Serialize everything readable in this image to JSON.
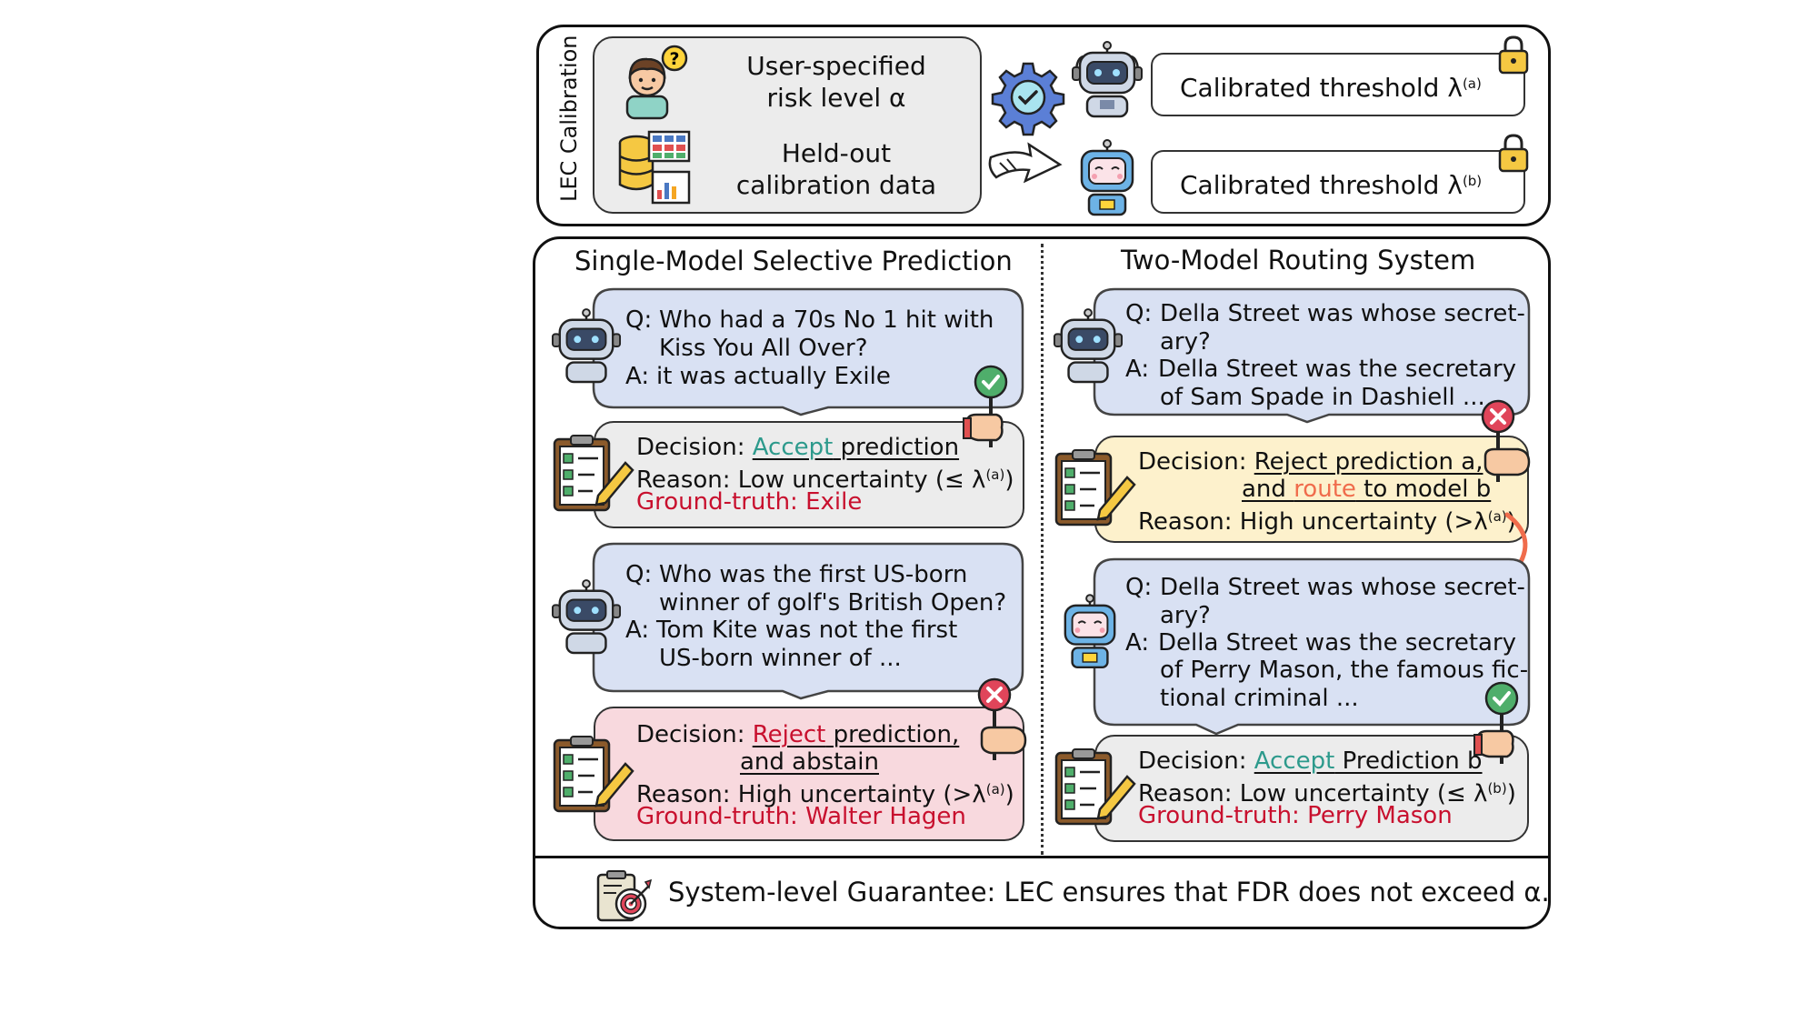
{
  "calibration": {
    "section_label": "LEC Calibration",
    "risk_line1": "User-specified",
    "risk_line2": "risk level α",
    "data_line1": "Held-out",
    "data_line2": "calibration data",
    "threshold_a_label": "Calibrated threshold λ",
    "threshold_a_sup": "(a)",
    "threshold_b_label": "Calibrated threshold λ",
    "threshold_b_sup": "(b)"
  },
  "single": {
    "title": "Single-Model Selective Prediction",
    "ex1": {
      "q_prefix": "Q:",
      "q_line1": "Who had a 70s No 1 hit with",
      "q_line2": "Kiss You All Over?",
      "a_prefix": "A:",
      "a_line1": "it was actually Exile",
      "decision_prefix": "Decision:",
      "decision_action": "Accept",
      "decision_rest": " prediction",
      "reason": "Reason: Low uncertainty (≤ λ",
      "reason_sup": "(a)",
      "reason_close": ")",
      "ground_truth": "Ground-truth: Exile"
    },
    "ex2": {
      "q_prefix": "Q:",
      "q_line1": "Who was the first US-born",
      "q_line2": "winner of golf's British Open?",
      "a_prefix": "A:",
      "a_line1": "Tom Kite was not the first",
      "a_line2": "US-born winner of ...",
      "decision_prefix": "Decision:",
      "decision_action": "Reject",
      "decision_rest": " prediction,",
      "decision_line2": "and abstain",
      "reason": "Reason: High uncertainty (>λ",
      "reason_sup": "(a)",
      "reason_close": ")",
      "ground_truth": "Ground-truth: Walter Hagen"
    }
  },
  "routing": {
    "title": "Two-Model Routing System",
    "ex1": {
      "q_prefix": "Q:",
      "q_line1": "Della Street was whose secret-",
      "q_line2": "ary?",
      "a_prefix": "A:",
      "a_line1": "Della Street was the secretary",
      "a_line2": "of Sam Spade in Dashiell ...",
      "decision_prefix": "Decision:",
      "decision_line1": "Reject prediction a,",
      "decision_line2_pre": "and ",
      "decision_line2_action": "route",
      "decision_line2_post": " to model b",
      "reason": "Reason: High uncertainty (>λ",
      "reason_sup": "(a)",
      "reason_close": ")"
    },
    "ex2": {
      "q_prefix": "Q:",
      "q_line1": "Della Street was whose secret-",
      "q_line2": "ary?",
      "a_prefix": "A:",
      "a_line1": "Della Street was the secretary",
      "a_line2": "of Perry Mason, the famous fic-",
      "a_line3": "tional criminal ...",
      "decision_prefix": "Decision:",
      "decision_action": "Accept",
      "decision_rest": " Prediction b",
      "reason": "Reason: Low uncertainty (≤ λ",
      "reason_sup": "(b)",
      "reason_close": ")",
      "ground_truth": "Ground-truth: Perry Mason"
    }
  },
  "guarantee": {
    "text": "System-level Guarantee: LEC ensures that FDR does not exceed α."
  },
  "colors": {
    "accept": "#2d9a8c",
    "reject": "#c8102e",
    "route": "#f06c4c",
    "bubble": "#d9e1f3",
    "decision_grey": "#ececec",
    "decision_yellow": "#fdf1cc",
    "decision_pink": "#f8d9de"
  }
}
